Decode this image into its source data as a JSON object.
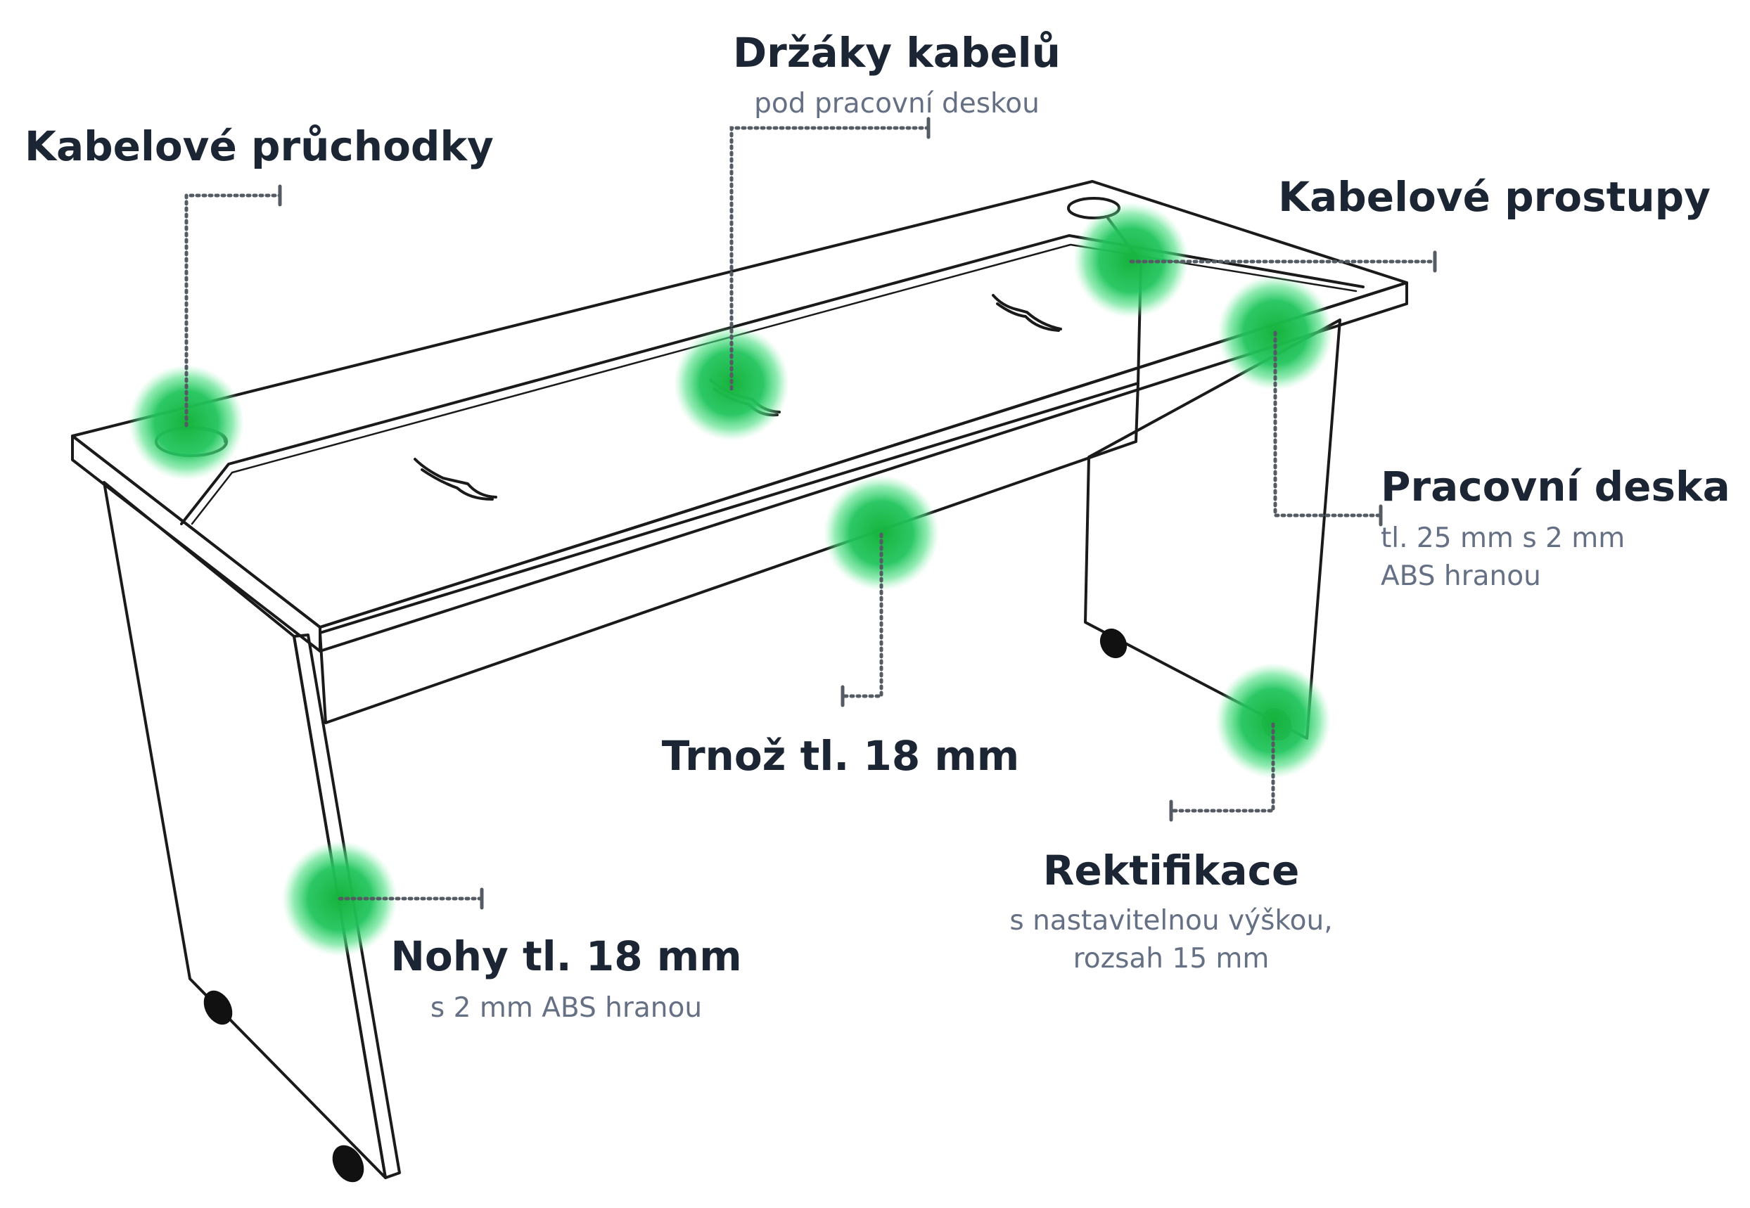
{
  "labels": {
    "pruchodky": {
      "title": "Kabelové průchodky"
    },
    "drzaky": {
      "title": "Držáky kabelů",
      "sub": "pod pracovní deskou"
    },
    "prostupy": {
      "title": "Kabelové prostupy"
    },
    "deska": {
      "title": "Pracovní deska",
      "sub1": "tl. 25 mm s 2 mm",
      "sub2": "ABS hranou"
    },
    "trnoz": {
      "title": "Trnož tl. 18 mm"
    },
    "rektifikace": {
      "title": "Rektifikace",
      "sub1": "s nastavitelnou výškou,",
      "sub2": "rozsah 15 mm"
    },
    "nohy": {
      "title": "Nohy tl. 18 mm",
      "sub": "s 2 mm ABS hranou"
    }
  },
  "colors": {
    "highlight": "#22c55e",
    "title_text": "#1c2533",
    "subtitle_text": "#667085",
    "desk_top": "#e8e8e8",
    "desk_edge": "#d2d2d2"
  },
  "icons": [
    "cable-grommet-icon",
    "cable-holder-icon",
    "leveling-glide-icon"
  ]
}
